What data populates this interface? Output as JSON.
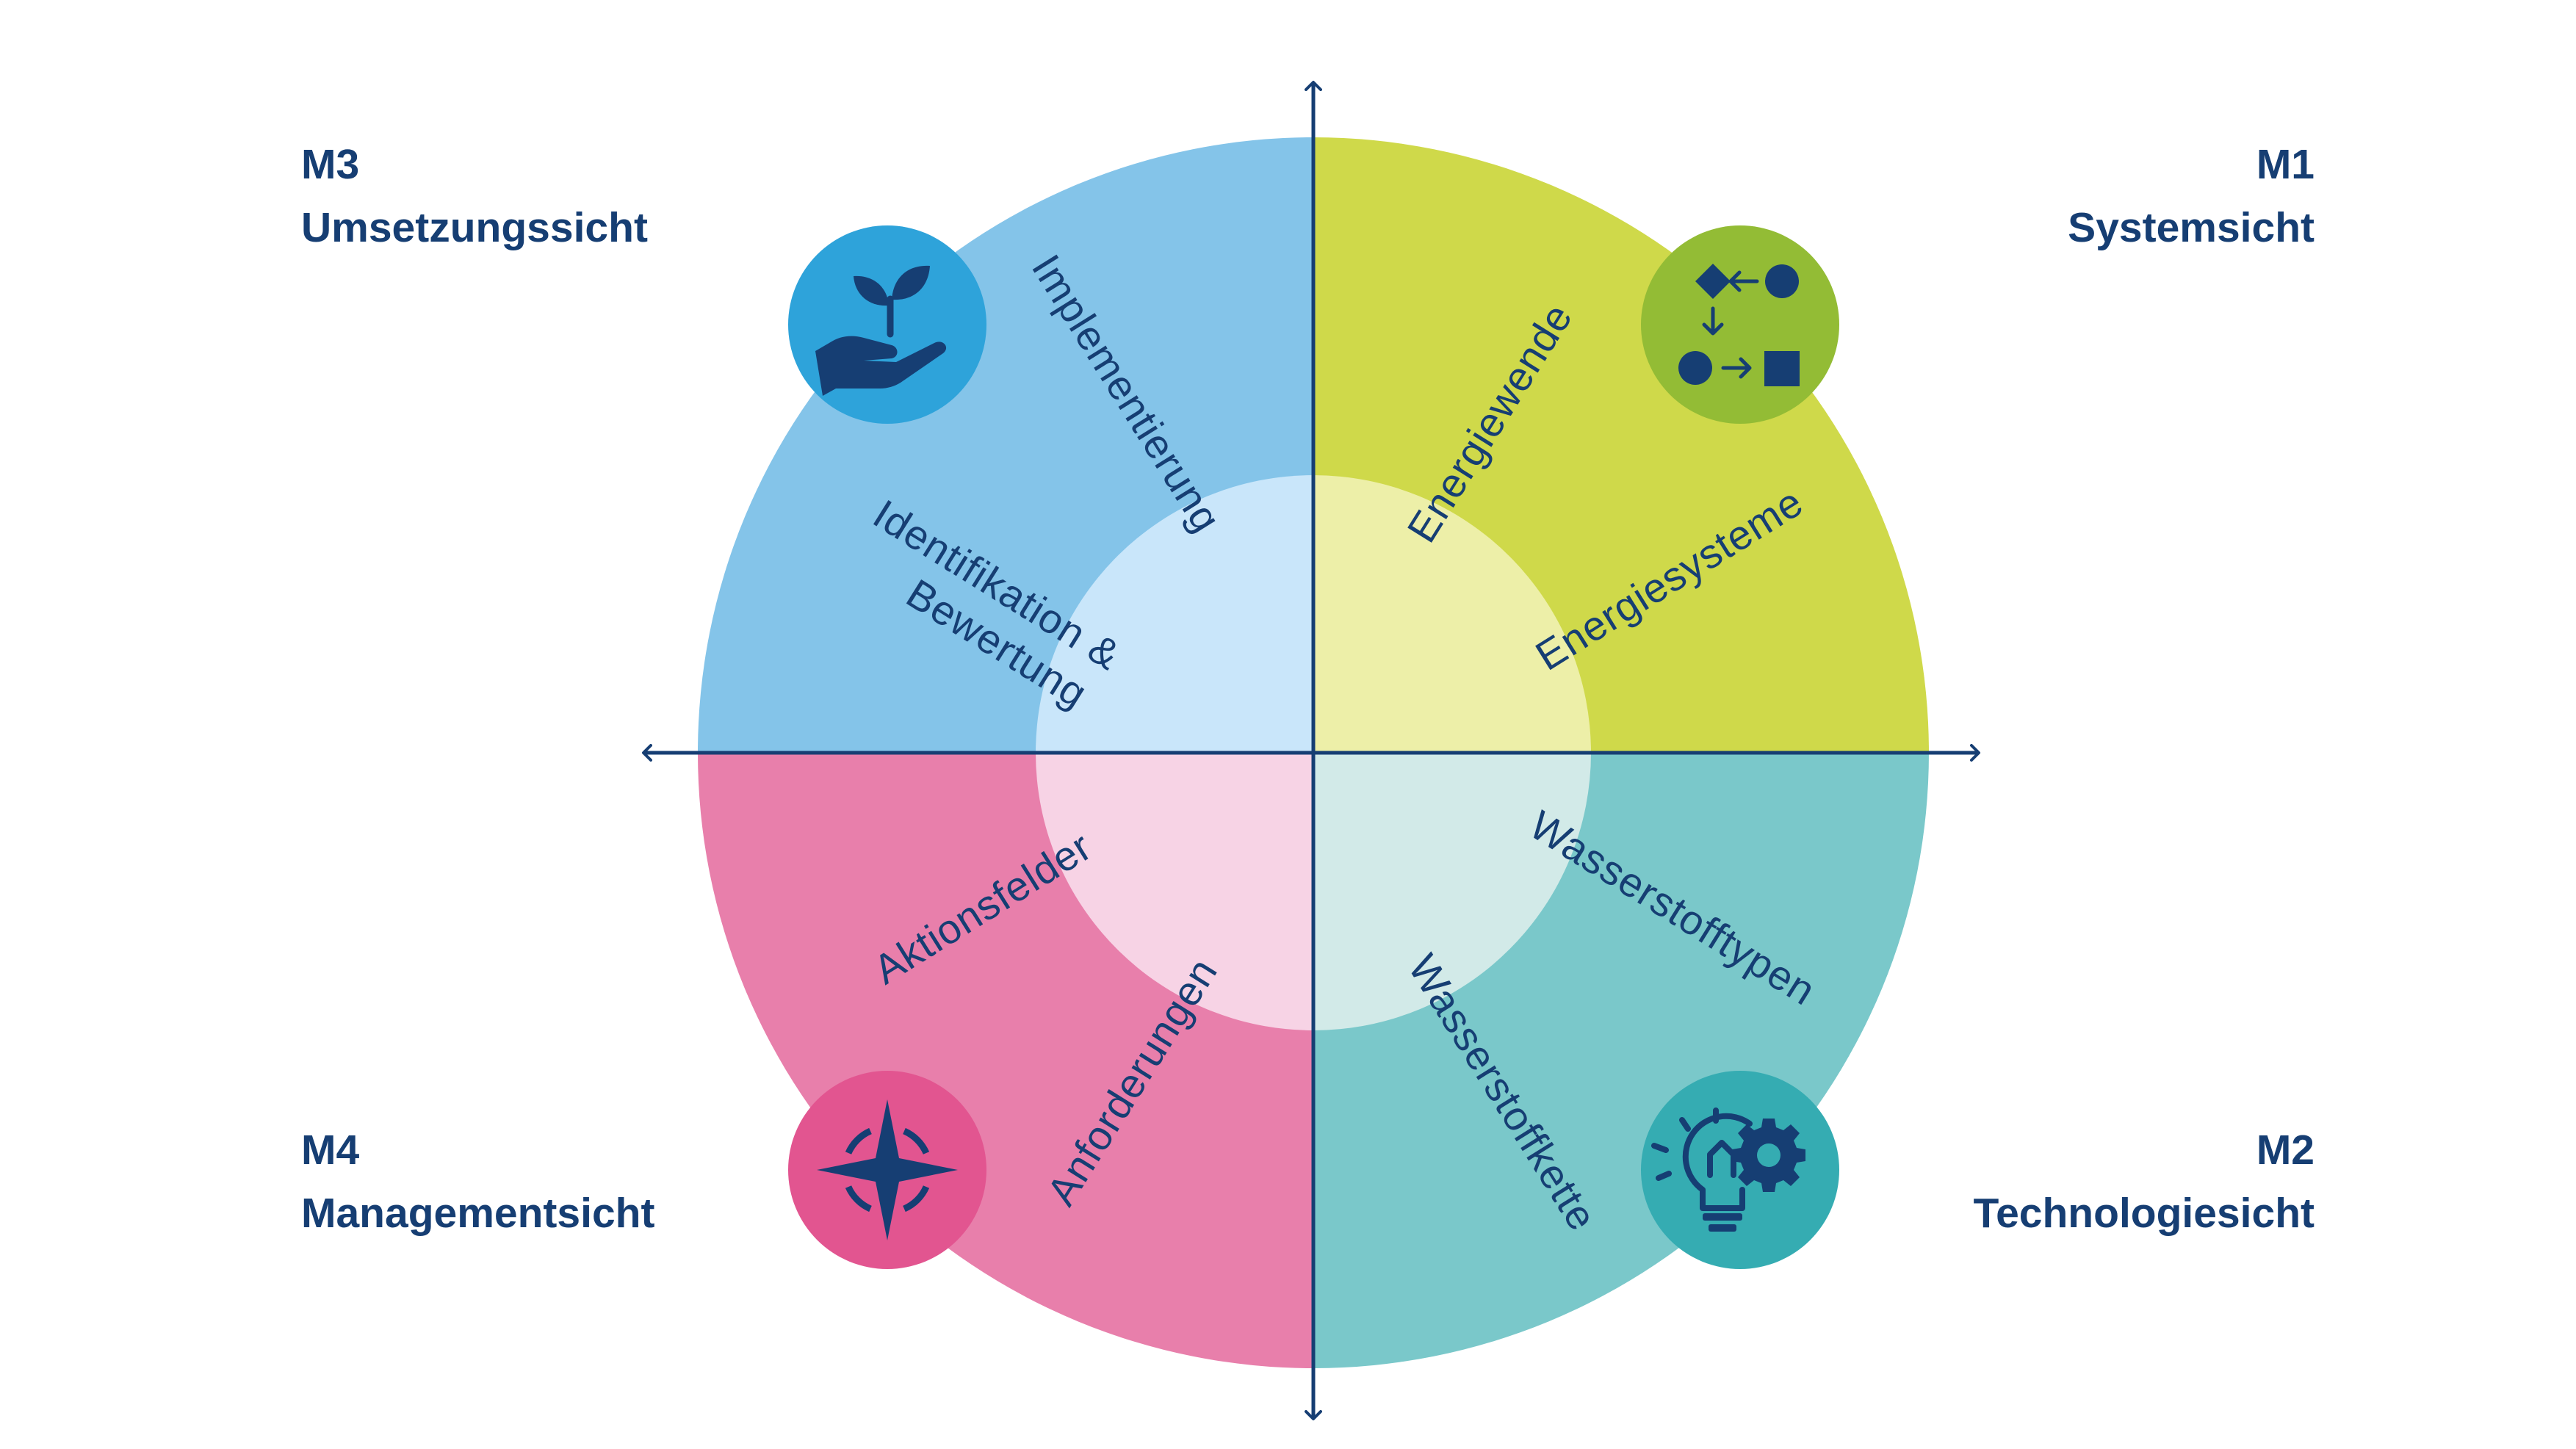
{
  "corners": {
    "m3": {
      "code": "M3",
      "title": "Umsetzungssicht"
    },
    "m1": {
      "code": "M1",
      "title": "Systemsicht"
    },
    "m4": {
      "code": "M4",
      "title": "Managementsicht"
    },
    "m2": {
      "code": "M2",
      "title": "Technologiesicht"
    }
  },
  "segments": {
    "implementierung": "Implementierung",
    "identifikation_line1": "Identifikation &",
    "identifikation_line2": "Bewertung",
    "energiewende": "Energiewende",
    "energiesysteme": "Energiesysteme",
    "aktionsfelder": "Aktionsfelder",
    "anforderungen": "Anforderungen",
    "wasserstofftypen": "Wasserstofftypen",
    "wasserstoffkette": "Wasserstoffkette"
  },
  "icons": {
    "top_left": "hand-plant-icon",
    "top_right": "process-shapes-icon",
    "bottom_left": "compass-icon",
    "bottom_right": "lightbulb-gear-icon"
  },
  "colors": {
    "q_top_left": "#84c4e9",
    "q_top_left_inner": "#c9e6fa",
    "q_top_right": "#cfd94a",
    "q_top_right_inner": "#edefa8",
    "q_bottom_left": "#e87fab",
    "q_bottom_left_inner": "#f7d3e5",
    "q_bottom_right": "#7ac8ca",
    "q_bottom_right_inner": "#d2eae8",
    "icon_blue": "#2ea3da",
    "icon_green": "#93bc35",
    "icon_pink": "#e25590",
    "icon_teal": "#35acb2",
    "text_dark": "#163e73"
  }
}
